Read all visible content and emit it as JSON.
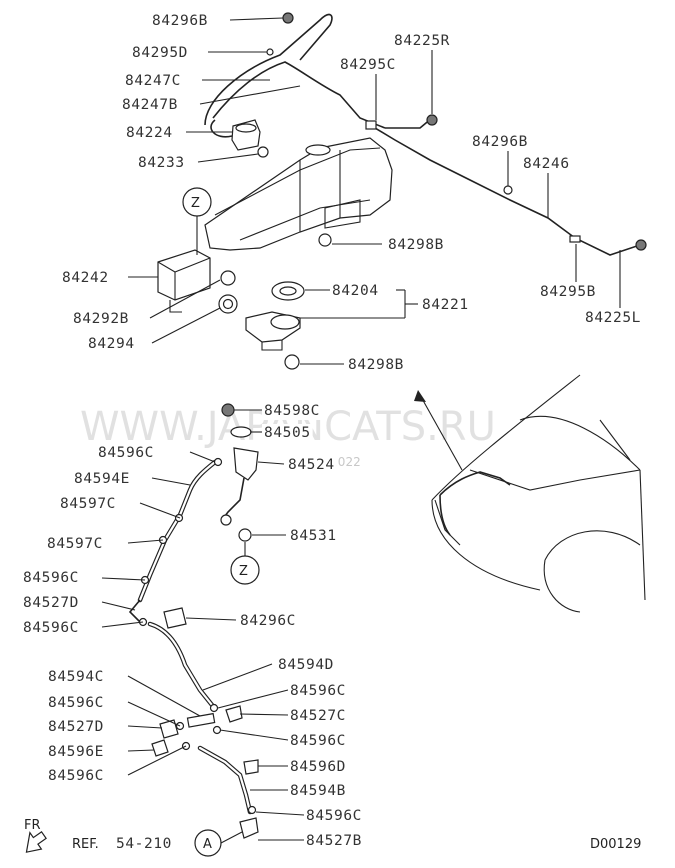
{
  "watermark": {
    "text": "WWW.JAPANCATS.RU",
    "date": "02.07.2022"
  },
  "footer": {
    "fr": "FR",
    "ref_prefix": "REF.",
    "ref_number": "54-210",
    "ref_circle": "A",
    "code": "D00129"
  },
  "markers": {
    "z_top": "Z",
    "z_bottom": "Z"
  },
  "labels": {
    "p84296B_top": "84296B",
    "p84295D": "84295D",
    "p84247C": "84247C",
    "p84247B": "84247B",
    "p84224": "84224",
    "p84233": "84233",
    "p84242": "84242",
    "p84292B": "84292B",
    "p84294": "84294",
    "p84225R": "84225R",
    "p84295C": "84295C",
    "p84296B_right": "84296B",
    "p84246": "84246",
    "p84298B_a": "84298B",
    "p84204": "84204",
    "p84221": "84221",
    "p84295B": "84295B",
    "p84225L": "84225L",
    "p84298B_b": "84298B",
    "p84598C": "84598C",
    "p84505": "84505",
    "p84524": "84524",
    "p84596C_1": "84596C",
    "p84594E": "84594E",
    "p84597C_1": "84597C",
    "p84597C_2": "84597C",
    "p84531": "84531",
    "p84596C_2": "84596C",
    "p84527D_1": "84527D",
    "p84596C_3": "84596C",
    "p84296C": "84296C",
    "p84594D": "84594D",
    "p84594C": "84594C",
    "p84596C_4": "84596C",
    "p84596C_5": "84596C",
    "p84527D_2": "84527D",
    "p84527C": "84527C",
    "p84596C_6": "84596C",
    "p84596E": "84596E",
    "p84596D": "84596D",
    "p84596C_7": "84596C",
    "p84594B": "84594B",
    "p84596C_8": "84596C",
    "p84527B": "84527B"
  }
}
